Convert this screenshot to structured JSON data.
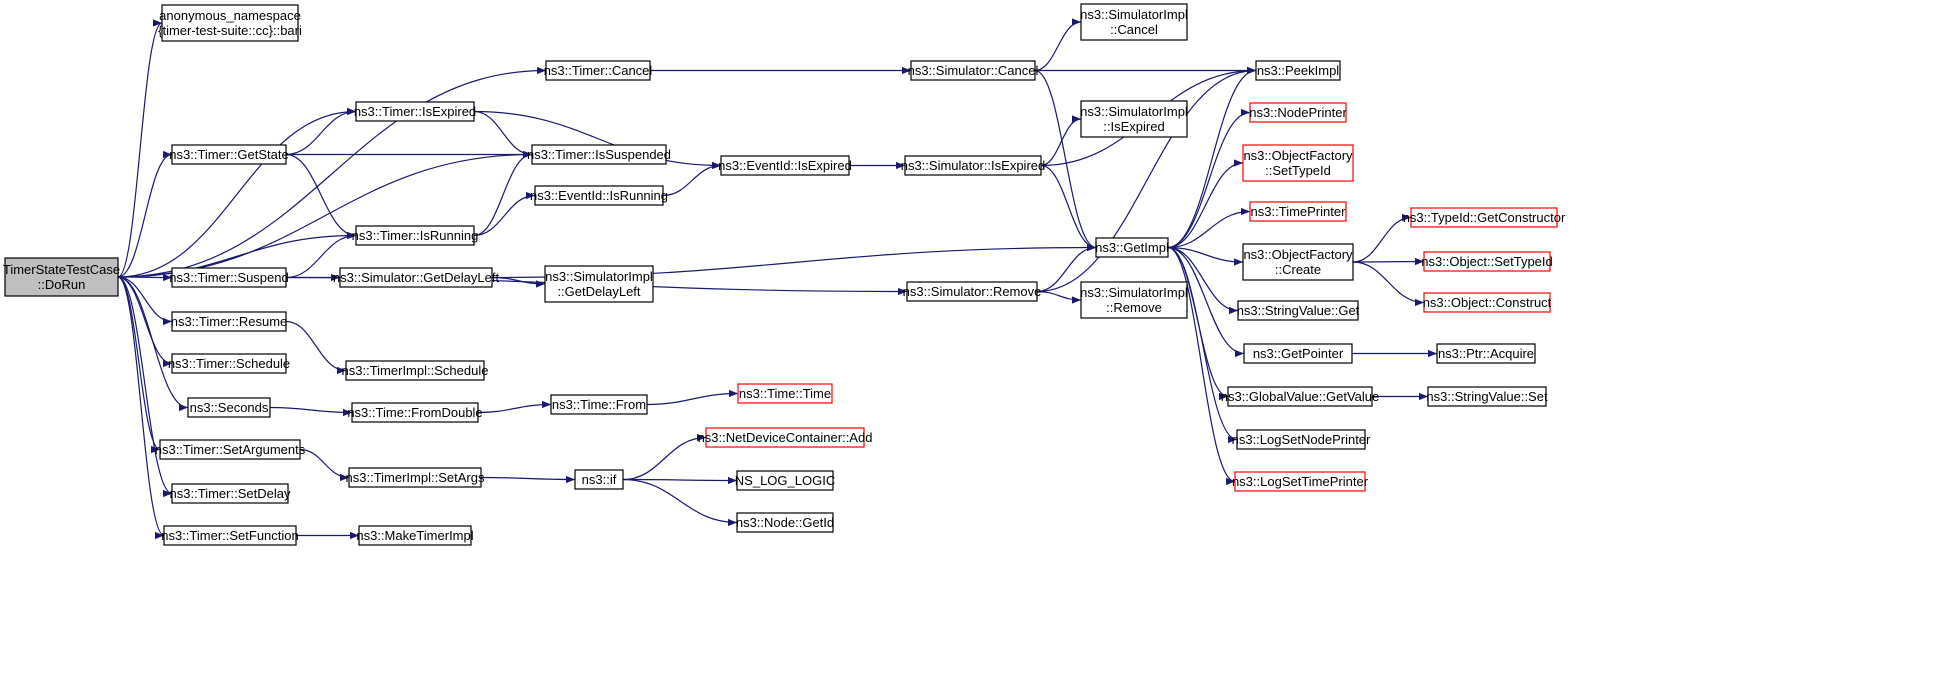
{
  "diagram": {
    "colors": {
      "edge": "#191970",
      "normal_border": "#000000",
      "truncated_border": "#ff0000",
      "root_fill": "#bfbfbf",
      "node_fill": "#ffffff"
    },
    "nodes": [
      {
        "id": "root",
        "lines": [
          "TimerStateTestCase",
          "::DoRun"
        ],
        "style": "root"
      },
      {
        "id": "bari",
        "lines": [
          "anonymous_namespace",
          "{timer-test-suite::cc}::bari"
        ],
        "style": "normal"
      },
      {
        "id": "timer_getstate",
        "lines": [
          "ns3::Timer::GetState"
        ],
        "style": "normal"
      },
      {
        "id": "timer_suspend",
        "lines": [
          "ns3::Timer::Suspend"
        ],
        "style": "normal"
      },
      {
        "id": "timer_resume",
        "lines": [
          "ns3::Timer::Resume"
        ],
        "style": "normal"
      },
      {
        "id": "timer_schedule",
        "lines": [
          "ns3::Timer::Schedule"
        ],
        "style": "normal"
      },
      {
        "id": "seconds",
        "lines": [
          "ns3::Seconds"
        ],
        "style": "normal"
      },
      {
        "id": "timer_setarguments",
        "lines": [
          "ns3::Timer::SetArguments"
        ],
        "style": "normal"
      },
      {
        "id": "timer_setdelay",
        "lines": [
          "ns3::Timer::SetDelay"
        ],
        "style": "normal"
      },
      {
        "id": "timer_setfunction",
        "lines": [
          "ns3::Timer::SetFunction"
        ],
        "style": "normal"
      },
      {
        "id": "timer_isexpired",
        "lines": [
          "ns3::Timer::IsExpired"
        ],
        "style": "normal"
      },
      {
        "id": "timer_isrunning",
        "lines": [
          "ns3::Timer::IsRunning"
        ],
        "style": "normal"
      },
      {
        "id": "timer_cancel",
        "lines": [
          "ns3::Timer::Cancel"
        ],
        "style": "normal"
      },
      {
        "id": "timer_issuspended",
        "lines": [
          "ns3::Timer::IsSuspended"
        ],
        "style": "normal"
      },
      {
        "id": "eventid_isrunning",
        "lines": [
          "ns3::EventId::IsRunning"
        ],
        "style": "normal"
      },
      {
        "id": "sim_getdelayleft",
        "lines": [
          "ns3::Simulator::GetDelayLeft"
        ],
        "style": "normal"
      },
      {
        "id": "simimpl_getdelayleft",
        "lines": [
          "ns3::SimulatorImpl",
          "::GetDelayLeft"
        ],
        "style": "normal"
      },
      {
        "id": "timerimpl_schedule",
        "lines": [
          "ns3::TimerImpl::Schedule"
        ],
        "style": "normal"
      },
      {
        "id": "time_fromdouble",
        "lines": [
          "ns3::Time::FromDouble"
        ],
        "style": "normal"
      },
      {
        "id": "time_from",
        "lines": [
          "ns3::Time::From"
        ],
        "style": "normal"
      },
      {
        "id": "time_time",
        "lines": [
          "ns3::Time::Time"
        ],
        "style": "truncated"
      },
      {
        "id": "timerimpl_setargs",
        "lines": [
          "ns3::TimerImpl::SetArgs"
        ],
        "style": "normal"
      },
      {
        "id": "ns3_if",
        "lines": [
          "ns3::if"
        ],
        "style": "normal"
      },
      {
        "id": "netdev_add",
        "lines": [
          "ns3::NetDeviceContainer::Add"
        ],
        "style": "truncated"
      },
      {
        "id": "ns_log_logic",
        "lines": [
          "NS_LOG_LOGIC"
        ],
        "style": "normal"
      },
      {
        "id": "node_getid",
        "lines": [
          "ns3::Node::GetId"
        ],
        "style": "normal"
      },
      {
        "id": "maketimerimpl",
        "lines": [
          "ns3::MakeTimerImpl"
        ],
        "style": "normal"
      },
      {
        "id": "eventid_isexpired",
        "lines": [
          "ns3::EventId::IsExpired"
        ],
        "style": "normal"
      },
      {
        "id": "sim_cancel",
        "lines": [
          "ns3::Simulator::Cancel"
        ],
        "style": "normal"
      },
      {
        "id": "sim_isexpired",
        "lines": [
          "ns3::Simulator::IsExpired"
        ],
        "style": "normal"
      },
      {
        "id": "sim_remove",
        "lines": [
          "ns3::Simulator::Remove"
        ],
        "style": "normal"
      },
      {
        "id": "simimpl_cancel",
        "lines": [
          "ns3::SimulatorImpl",
          "::Cancel"
        ],
        "style": "normal"
      },
      {
        "id": "simimpl_isexpired",
        "lines": [
          "ns3::SimulatorImpl",
          "::IsExpired"
        ],
        "style": "normal"
      },
      {
        "id": "getimpl",
        "lines": [
          "ns3::GetImpl"
        ],
        "style": "normal"
      },
      {
        "id": "simimpl_remove",
        "lines": [
          "ns3::SimulatorImpl",
          "::Remove"
        ],
        "style": "normal"
      },
      {
        "id": "peekimpl",
        "lines": [
          "ns3::PeekImpl"
        ],
        "style": "normal"
      },
      {
        "id": "nodeprinter",
        "lines": [
          "ns3::NodePrinter"
        ],
        "style": "truncated"
      },
      {
        "id": "objfactory_settypeid",
        "lines": [
          "ns3::ObjectFactory",
          "::SetTypeId"
        ],
        "style": "truncated"
      },
      {
        "id": "timeprinter",
        "lines": [
          "ns3::TimePrinter"
        ],
        "style": "truncated"
      },
      {
        "id": "objfactory_create",
        "lines": [
          "ns3::ObjectFactory",
          "::Create"
        ],
        "style": "normal"
      },
      {
        "id": "stringvalue_get",
        "lines": [
          "ns3::StringValue::Get"
        ],
        "style": "normal"
      },
      {
        "id": "getpointer",
        "lines": [
          "ns3::GetPointer"
        ],
        "style": "normal"
      },
      {
        "id": "globalvalue_getvalue",
        "lines": [
          "ns3::GlobalValue::GetValue"
        ],
        "style": "normal"
      },
      {
        "id": "logsetnodeprinter",
        "lines": [
          "ns3::LogSetNodePrinter"
        ],
        "style": "normal"
      },
      {
        "id": "logsettimeprinter",
        "lines": [
          "ns3::LogSetTimePrinter"
        ],
        "style": "truncated"
      },
      {
        "id": "typeid_getconstructor",
        "lines": [
          "ns3::TypeId::GetConstructor"
        ],
        "style": "truncated"
      },
      {
        "id": "object_settypeid",
        "lines": [
          "ns3::Object::SetTypeId"
        ],
        "style": "truncated"
      },
      {
        "id": "object_construct",
        "lines": [
          "ns3::Object::Construct"
        ],
        "style": "truncated"
      },
      {
        "id": "ptr_acquire",
        "lines": [
          "ns3::Ptr::Acquire"
        ],
        "style": "normal"
      },
      {
        "id": "stringvalue_set",
        "lines": [
          "ns3::StringValue::Set"
        ],
        "style": "normal"
      }
    ],
    "edges": [
      [
        "root",
        "bari"
      ],
      [
        "root",
        "timer_cancel"
      ],
      [
        "root",
        "timer_isexpired"
      ],
      [
        "root",
        "timer_getstate"
      ],
      [
        "root",
        "timer_issuspended"
      ],
      [
        "root",
        "timer_isrunning"
      ],
      [
        "root",
        "timer_suspend"
      ],
      [
        "root",
        "timer_resume"
      ],
      [
        "root",
        "timer_schedule"
      ],
      [
        "root",
        "seconds"
      ],
      [
        "root",
        "timer_setarguments"
      ],
      [
        "root",
        "timer_setdelay"
      ],
      [
        "root",
        "timer_setfunction"
      ],
      [
        "timer_getstate",
        "timer_isexpired"
      ],
      [
        "timer_getstate",
        "timer_issuspended"
      ],
      [
        "timer_getstate",
        "timer_isrunning"
      ],
      [
        "timer_suspend",
        "timer_isrunning"
      ],
      [
        "timer_suspend",
        "sim_getdelayleft"
      ],
      [
        "timer_suspend",
        "sim_remove"
      ],
      [
        "timer_resume",
        "timerimpl_schedule"
      ],
      [
        "seconds",
        "time_fromdouble"
      ],
      [
        "time_fromdouble",
        "time_from"
      ],
      [
        "time_from",
        "time_time"
      ],
      [
        "timer_setarguments",
        "timerimpl_setargs"
      ],
      [
        "timerimpl_setargs",
        "ns3_if"
      ],
      [
        "ns3_if",
        "netdev_add"
      ],
      [
        "ns3_if",
        "ns_log_logic"
      ],
      [
        "ns3_if",
        "node_getid"
      ],
      [
        "timer_setfunction",
        "maketimerimpl"
      ],
      [
        "timer_isexpired",
        "timer_issuspended"
      ],
      [
        "timer_isexpired",
        "eventid_isexpired"
      ],
      [
        "timer_isrunning",
        "timer_issuspended"
      ],
      [
        "timer_isrunning",
        "eventid_isrunning"
      ],
      [
        "eventid_isrunning",
        "eventid_isexpired"
      ],
      [
        "timer_cancel",
        "sim_cancel"
      ],
      [
        "sim_getdelayleft",
        "simimpl_getdelayleft"
      ],
      [
        "sim_getdelayleft",
        "getimpl"
      ],
      [
        "eventid_isexpired",
        "sim_isexpired"
      ],
      [
        "sim_cancel",
        "simimpl_cancel"
      ],
      [
        "sim_cancel",
        "peekimpl"
      ],
      [
        "sim_cancel",
        "getimpl"
      ],
      [
        "sim_isexpired",
        "simimpl_isexpired"
      ],
      [
        "sim_isexpired",
        "peekimpl"
      ],
      [
        "sim_isexpired",
        "getimpl"
      ],
      [
        "sim_remove",
        "getimpl"
      ],
      [
        "sim_remove",
        "simimpl_remove"
      ],
      [
        "sim_remove",
        "peekimpl"
      ],
      [
        "getimpl",
        "peekimpl"
      ],
      [
        "getimpl",
        "nodeprinter"
      ],
      [
        "getimpl",
        "objfactory_settypeid"
      ],
      [
        "getimpl",
        "timeprinter"
      ],
      [
        "getimpl",
        "objfactory_create"
      ],
      [
        "getimpl",
        "stringvalue_get"
      ],
      [
        "getimpl",
        "getpointer"
      ],
      [
        "getimpl",
        "globalvalue_getvalue"
      ],
      [
        "getimpl",
        "logsetnodeprinter"
      ],
      [
        "getimpl",
        "logsettimeprinter"
      ],
      [
        "objfactory_create",
        "typeid_getconstructor"
      ],
      [
        "objfactory_create",
        "object_settypeid"
      ],
      [
        "objfactory_create",
        "object_construct"
      ],
      [
        "getpointer",
        "ptr_acquire"
      ],
      [
        "globalvalue_getvalue",
        "stringvalue_set"
      ]
    ]
  }
}
